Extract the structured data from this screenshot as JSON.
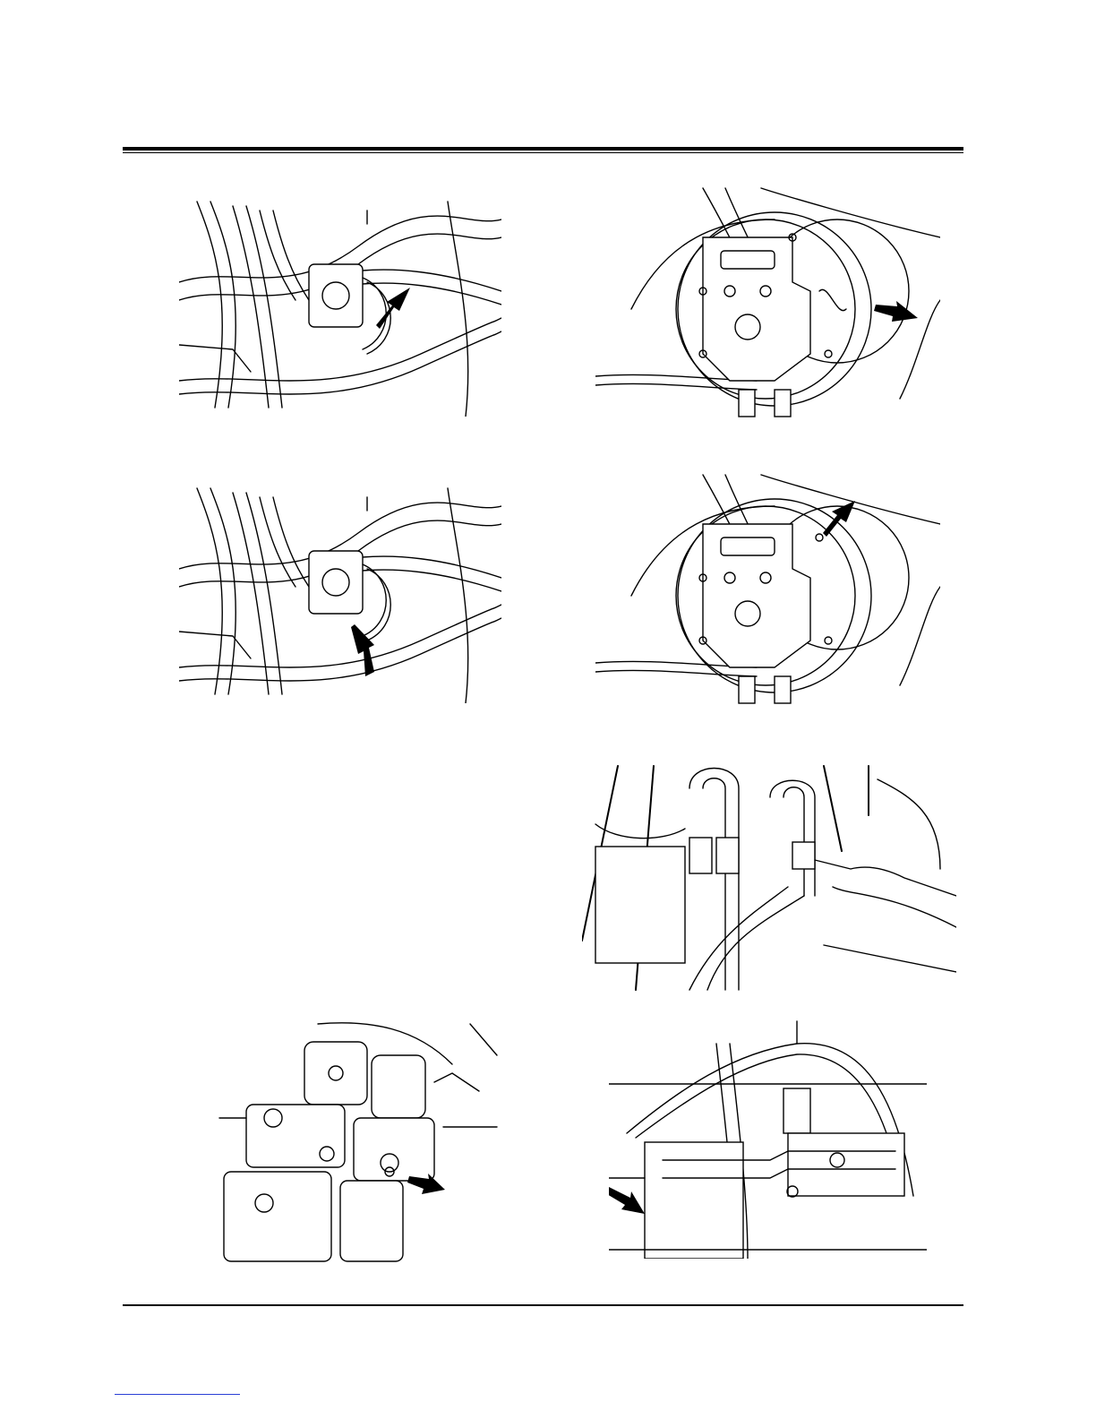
{
  "page": {
    "header_rule": "double",
    "footer_rule": "single"
  },
  "figures": [
    {
      "id": "fig-1",
      "icon": "hydraulic-motor-hoses-illustration",
      "arrow": "pointer-arrow-down-left"
    },
    {
      "id": "fig-2",
      "icon": "travel-motor-front-illustration",
      "arrow": "pointer-arrow-left"
    },
    {
      "id": "fig-3",
      "icon": "hydraulic-motor-hoses-illustration",
      "arrow": "pointer-arrow-up-left"
    },
    {
      "id": "fig-4",
      "icon": "travel-motor-front-illustration",
      "arrow": "pointer-arrow-down-left"
    },
    {
      "id": "fig-5",
      "icon": "hose-disconnect-with-wrench-illustration",
      "arrow": ""
    },
    {
      "id": "fig-6",
      "icon": "pump-assembly-illustration",
      "arrow": "pointer-arrow-left"
    },
    {
      "id": "fig-7",
      "icon": "engine-compartment-piping-illustration",
      "arrow": "pointer-arrow-right"
    }
  ],
  "colors": {
    "line": "#000000",
    "background": "#ffffff",
    "footer_link": "#2b3fd6"
  }
}
